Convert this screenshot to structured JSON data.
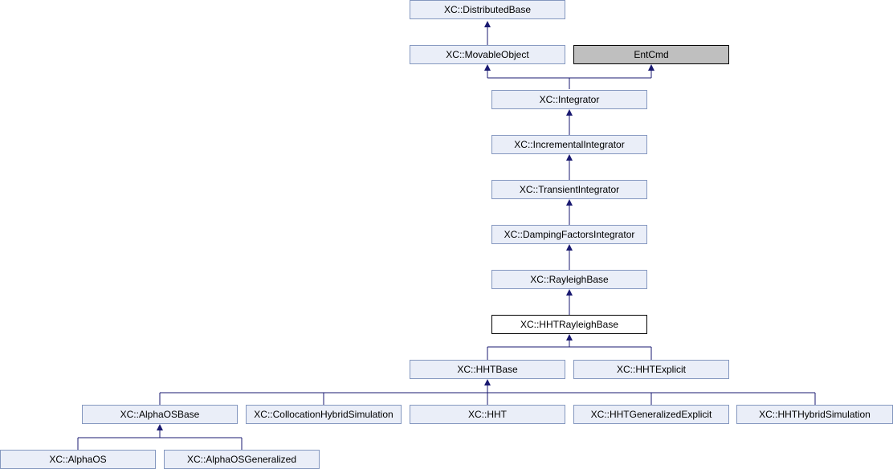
{
  "colors": {
    "node_fill": "#eaeef8",
    "node_border": "#8497bf",
    "current_fill": "#ffffff",
    "external_fill": "#bfbfbf",
    "edge": "#191970"
  },
  "nodes": {
    "distributed_base": "XC::DistributedBase",
    "movable_object": "XC::MovableObject",
    "ent_cmd": "EntCmd",
    "integrator": "XC::Integrator",
    "incremental_integrator": "XC::IncrementalIntegrator",
    "transient_integrator": "XC::TransientIntegrator",
    "damping_factors_integrator": "XC::DampingFactorsIntegrator",
    "rayleigh_base": "XC::RayleighBase",
    "hht_rayleigh_base": "XC::HHTRayleighBase",
    "hht_base": "XC::HHTBase",
    "hht_explicit": "XC::HHTExplicit",
    "alpha_os_base": "XC::AlphaOSBase",
    "collocation_hybrid_simulation": "XC::CollocationHybridSimulation",
    "hht": "XC::HHT",
    "hht_generalized_explicit": "XC::HHTGeneralizedExplicit",
    "hht_hybrid_simulation": "XC::HHTHybridSimulation",
    "alpha_os": "XC::AlphaOS",
    "alpha_os_generalized": "XC::AlphaOSGeneralized"
  }
}
